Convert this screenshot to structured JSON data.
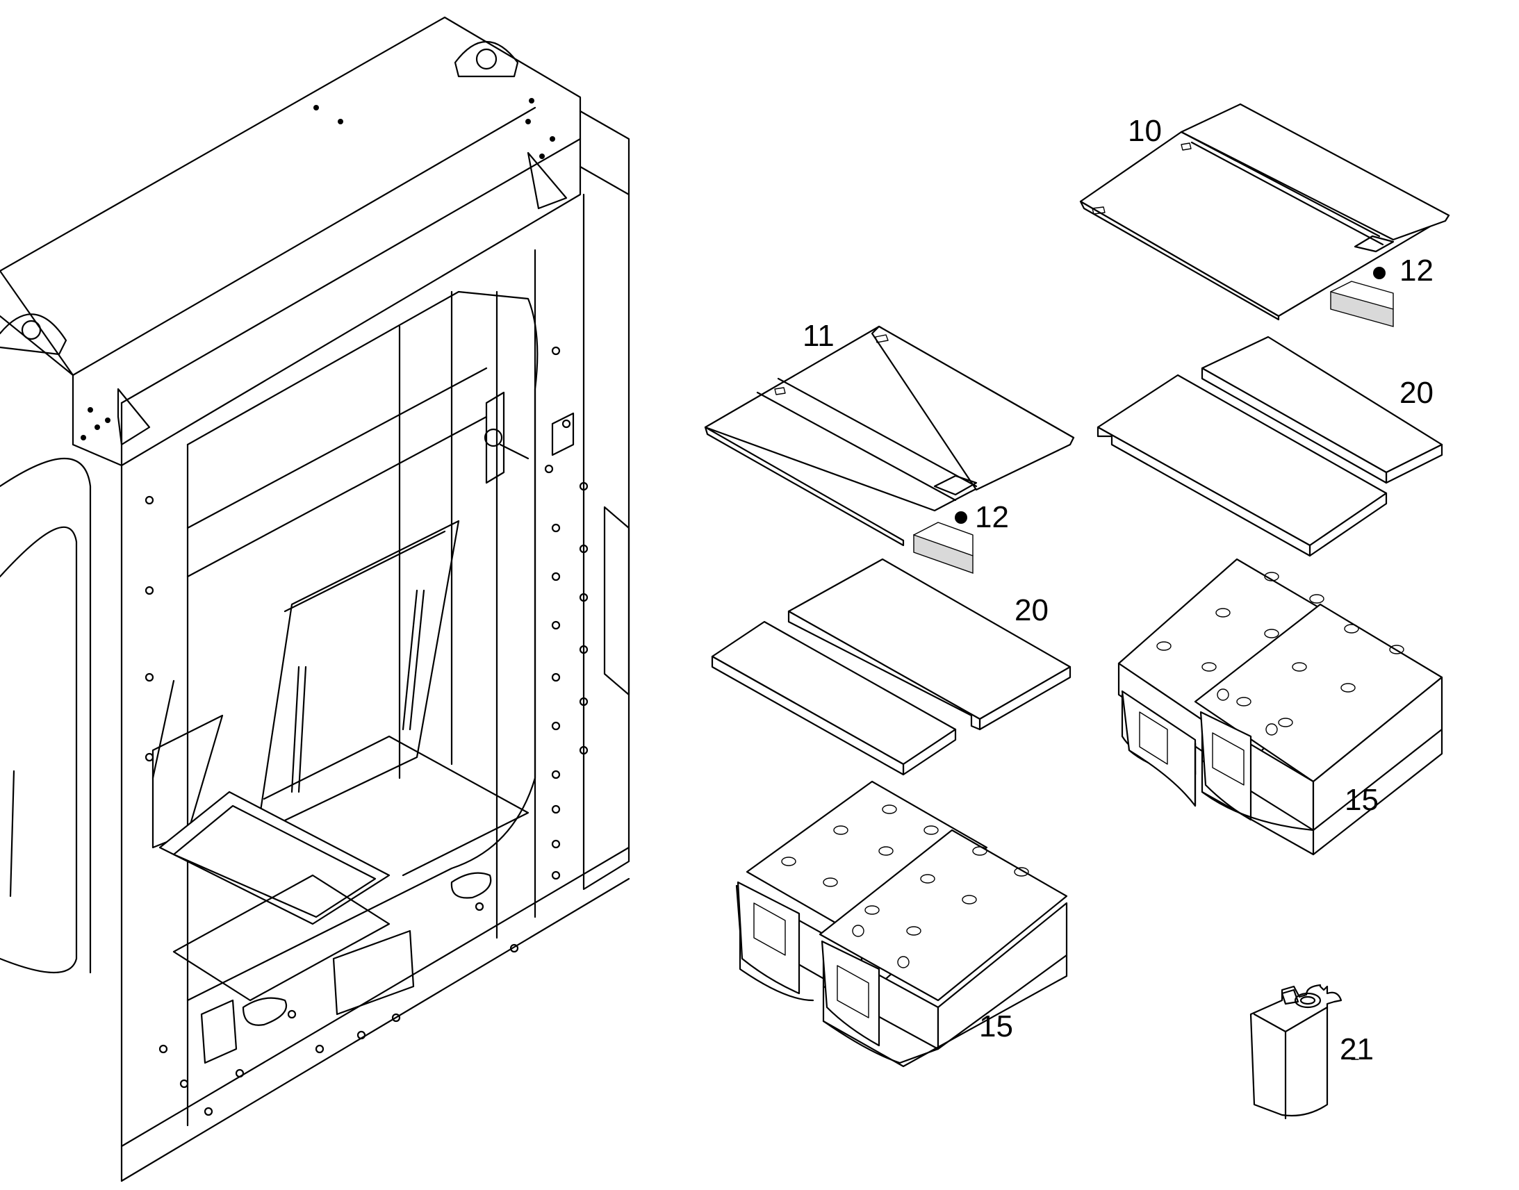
{
  "callouts": [
    {
      "id": "c10a",
      "label": "10"
    },
    {
      "id": "c12a",
      "label": "12"
    },
    {
      "id": "c11",
      "label": "11"
    },
    {
      "id": "c12b",
      "label": "12"
    },
    {
      "id": "c20a",
      "label": "20"
    },
    {
      "id": "c20b",
      "label": "20"
    },
    {
      "id": "c15a",
      "label": "15"
    },
    {
      "id": "c15b",
      "label": "15"
    },
    {
      "id": "c21",
      "label": "21"
    }
  ]
}
